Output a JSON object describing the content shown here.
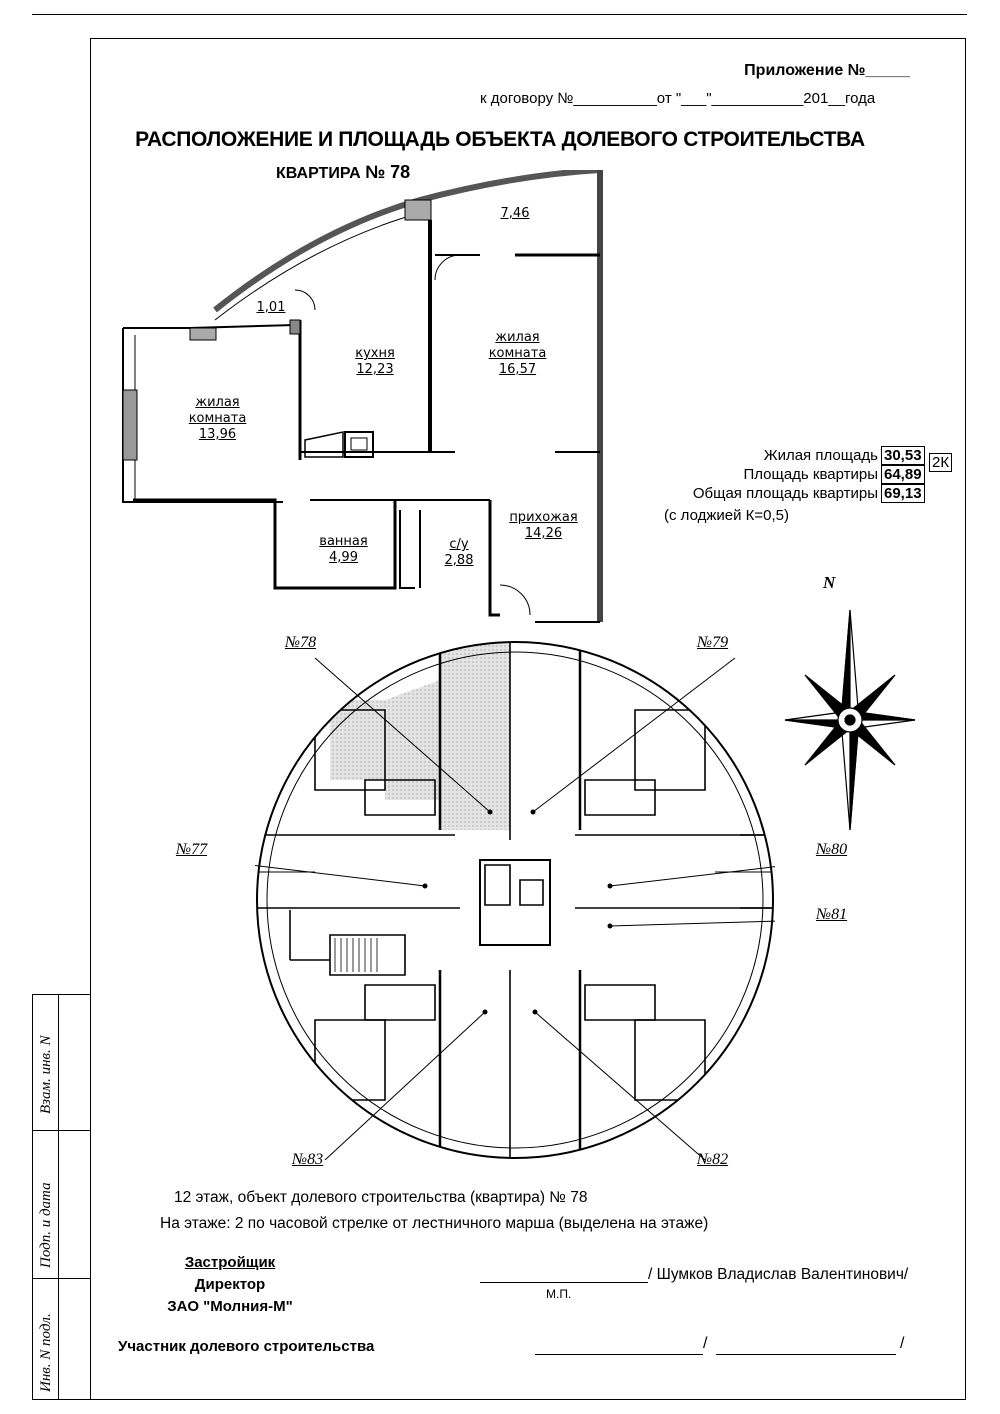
{
  "header": {
    "appendix": "Приложение №_____",
    "contract": "к договору №__________от \"___\"___________201__года",
    "title": "РАСПОЛОЖЕНИЕ И ПЛОЩАДЬ ОБЪЕКТА ДОЛЕВОГО СТРОИТЕЛЬСТВА",
    "apartment_prefix": "КВАРТИРА",
    "apartment_no": "№ 78"
  },
  "rooms": {
    "loggia1": "7,46",
    "loggia2": "1,01",
    "kitchen_name": "кухня",
    "kitchen_area": "12,23",
    "living1_name1": "жилая",
    "living1_name2": "комната",
    "living1_area": "13,96",
    "living2_name1": "жилая",
    "living2_name2": "комната",
    "living2_area": "16,57",
    "bath_name": "ванная",
    "bath_area": "4,99",
    "wc_name": "с/у",
    "wc_area": "2,88",
    "hall_name": "прихожая",
    "hall_area": "14,26"
  },
  "areas": {
    "living_label": "Жилая площадь",
    "living_value": "30,53",
    "rooms_tag": "2К",
    "apt_label": "Площадь квартиры",
    "apt_value": "64,89",
    "total_label": "Общая площадь квартиры",
    "total_value": "69,13",
    "note": "(с лоджией К=0,5)"
  },
  "floorplan": {
    "apartments": [
      "№78",
      "№79",
      "№77",
      "№80",
      "№81",
      "№83",
      "№82"
    ],
    "compass_letter": "N"
  },
  "floor_info": {
    "line1": "12 этаж, объект долевого строительства (квартира) № 78",
    "line2": "На этаже:  2 по часовой стрелке от лестничного марша (выделена на этаже)"
  },
  "signatures": {
    "developer_label": "Застройщик",
    "director": "Директор",
    "company": "ЗАО \"Молния-М\"",
    "director_name": "/ Шумков Владислав Валентинович/",
    "stamp": "М.П.",
    "participant_label": "Участник долевого строительства",
    "slash1": "/",
    "slash2": "/"
  },
  "side_stamp": {
    "field1": "Взам. инв. N",
    "field2": "Подп. и дата",
    "field3": "Инв. N подл."
  }
}
